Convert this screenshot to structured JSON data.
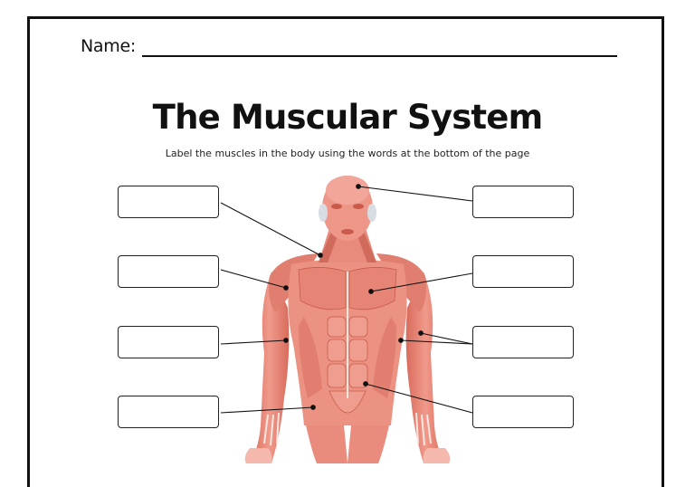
{
  "header": {
    "name_label": "Name:"
  },
  "worksheet": {
    "title": "The Muscular System",
    "instructions": "Label the muscles in the body using the words at the bottom of the page"
  },
  "label_boxes": {
    "left_count": 4,
    "right_count": 4,
    "filled_values": [
      "",
      "",
      "",
      "",
      "",
      "",
      "",
      ""
    ]
  },
  "colors": {
    "muscle_main": "#e98b7d",
    "muscle_light": "#f4b8ac",
    "muscle_dark": "#c95a4c",
    "tendon": "#fbe6e0",
    "line": "#111111"
  },
  "illustration": {
    "subject": "human-muscular-anatomy-front-view"
  }
}
